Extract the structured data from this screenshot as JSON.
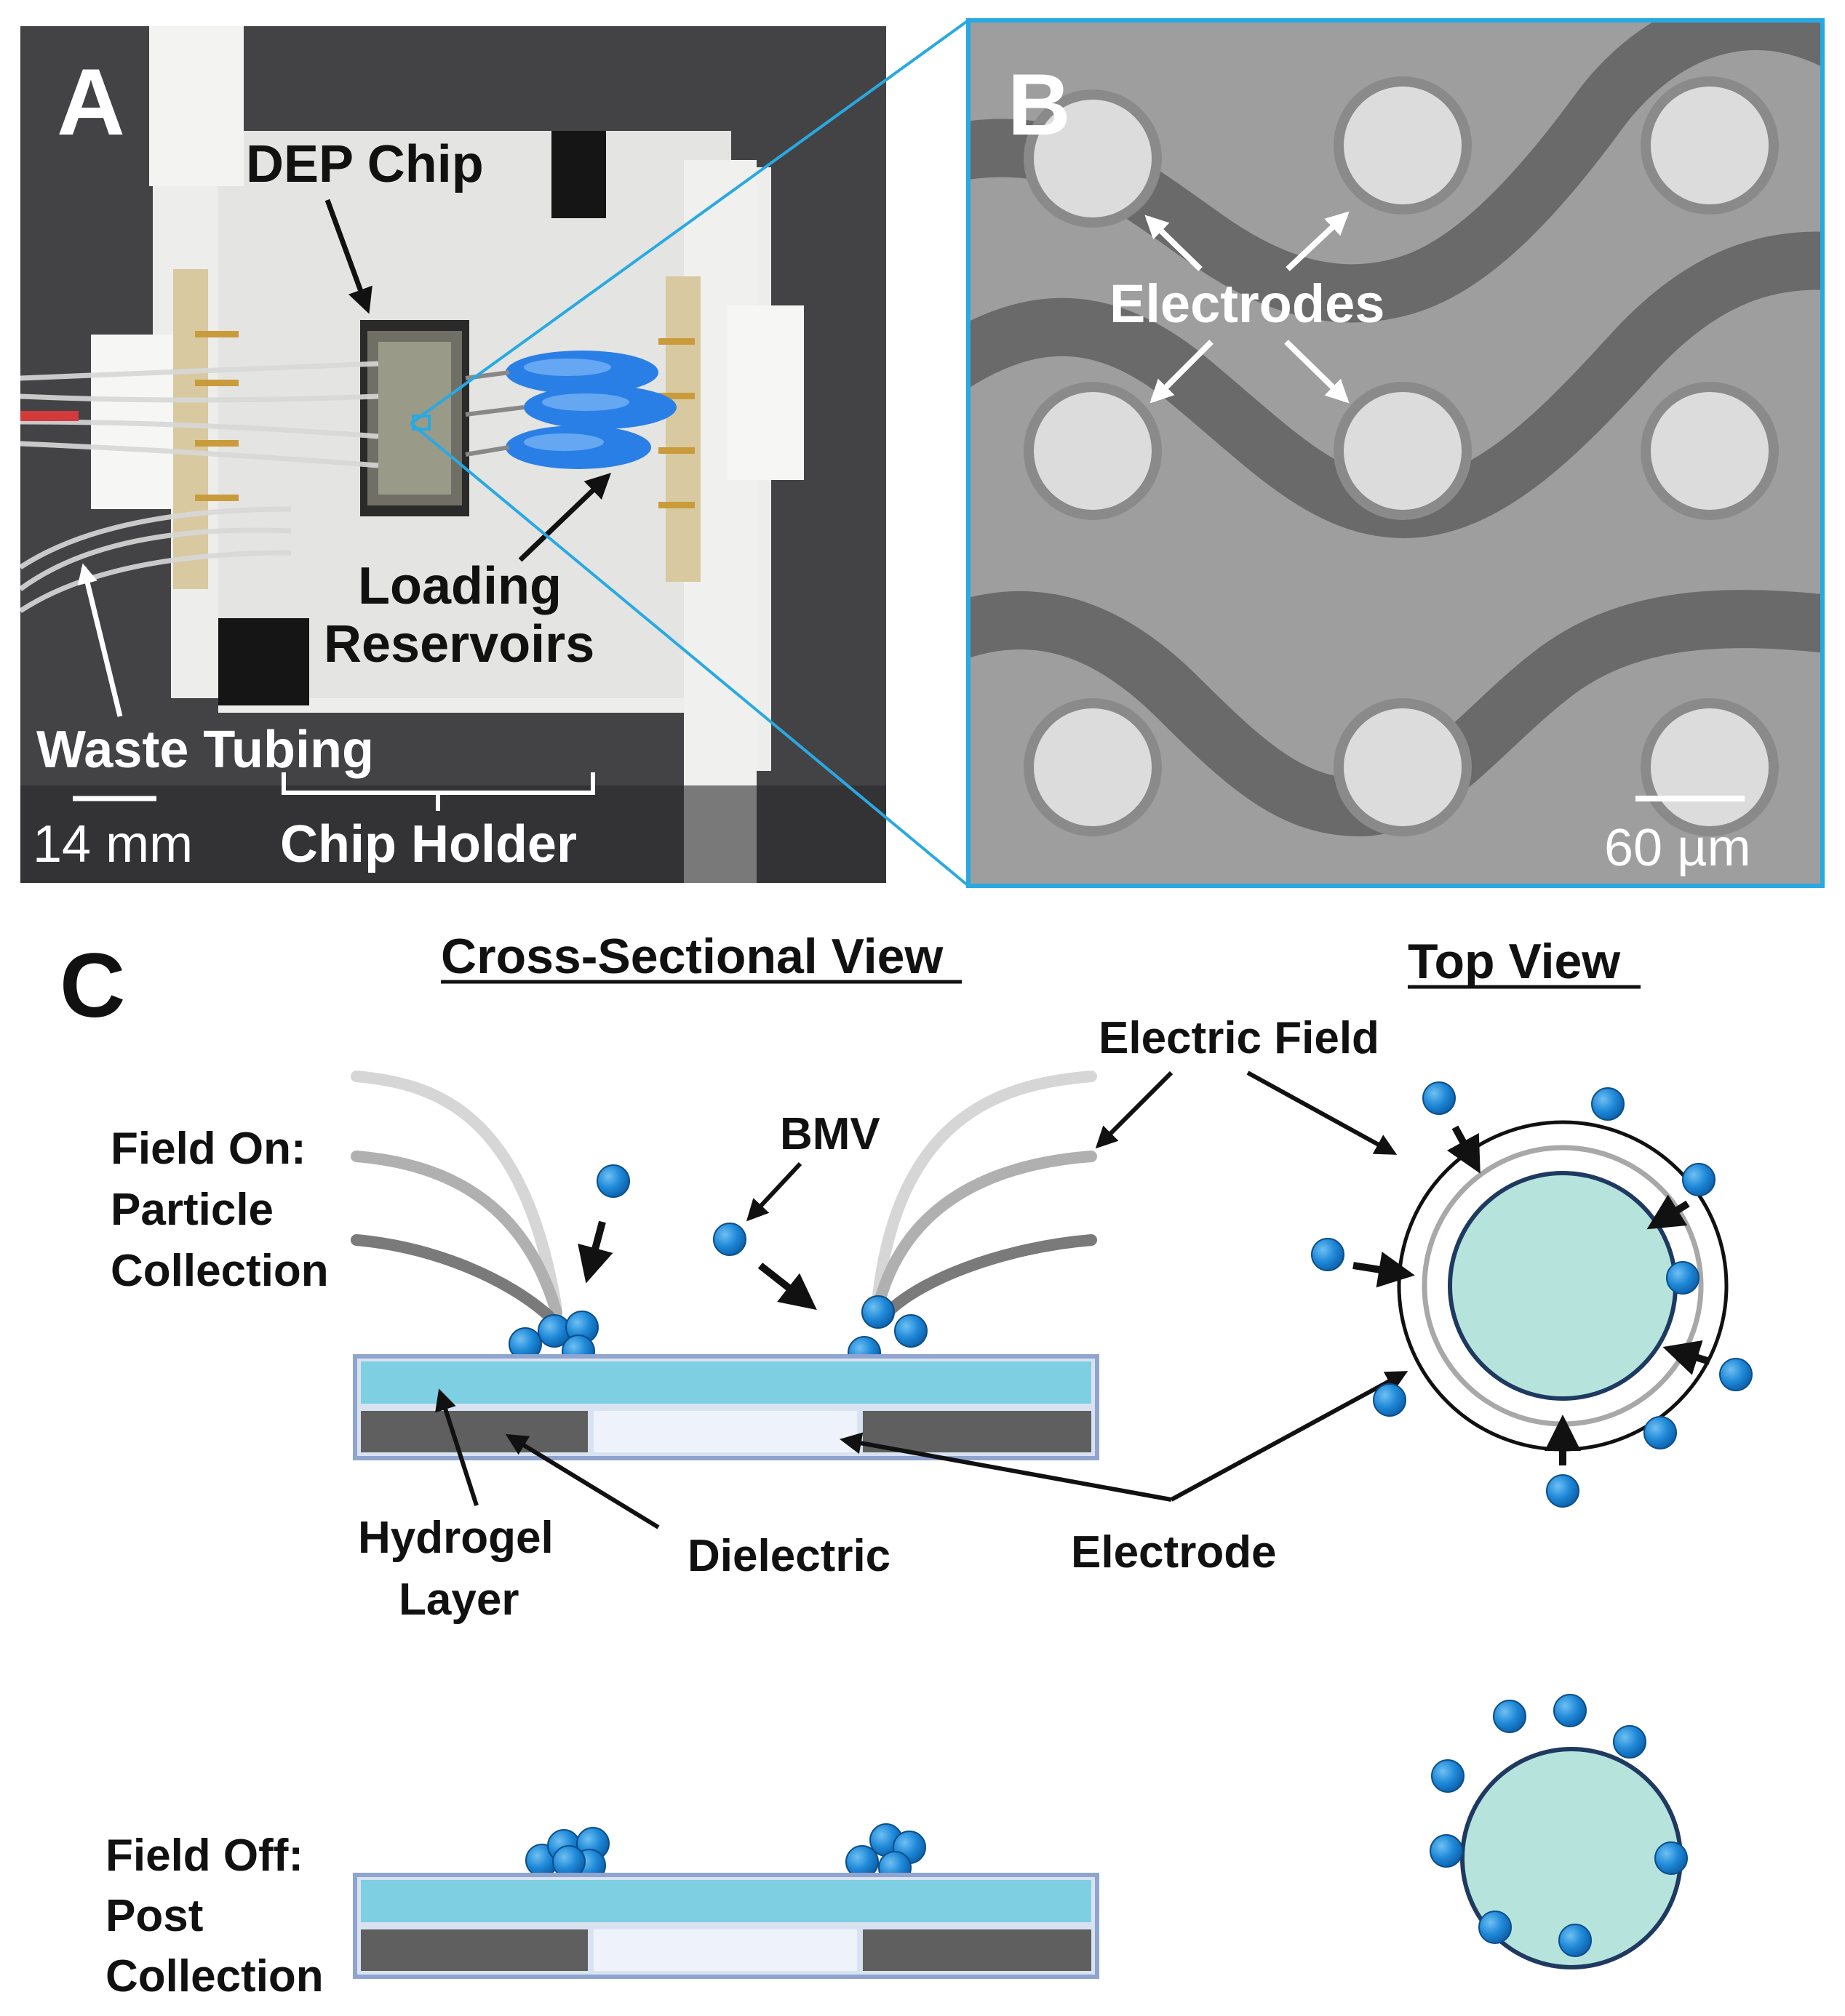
{
  "panels": {
    "a": {
      "letter": "A",
      "labels": {
        "dep_chip": "DEP Chip",
        "loading_1": "Loading",
        "loading_2": "Reservoirs",
        "waste_tubing": "Waste Tubing",
        "scale": "14 mm",
        "chip_holder": "Chip Holder"
      }
    },
    "b": {
      "letter": "B",
      "labels": {
        "electrodes": "Electrodes",
        "scale": "60 µm"
      }
    },
    "c": {
      "letter": "C",
      "headings": {
        "cross_section": "Cross-Sectional View",
        "top_view": "Top View"
      },
      "labels": {
        "electric_field": "Electric Field",
        "field_on_1": "Field On:",
        "field_on_2": "Particle",
        "field_on_3": "Collection",
        "bmv": "BMV",
        "hydrogel_1": "Hydrogel",
        "hydrogel_2": "Layer",
        "dielectric": "Dielectric",
        "electrode": "Electrode",
        "field_off_1": "Field Off:",
        "field_off_2": "Post",
        "field_off_3": "Collection"
      }
    }
  },
  "colors": {
    "accent_cyan": "#29a9e1",
    "particle_blue": "#1e88d8",
    "hydrogel": "#7ecfe2",
    "electrode_fill": "#b7e3dd",
    "dielectric_gray": "#5f5f5f"
  }
}
